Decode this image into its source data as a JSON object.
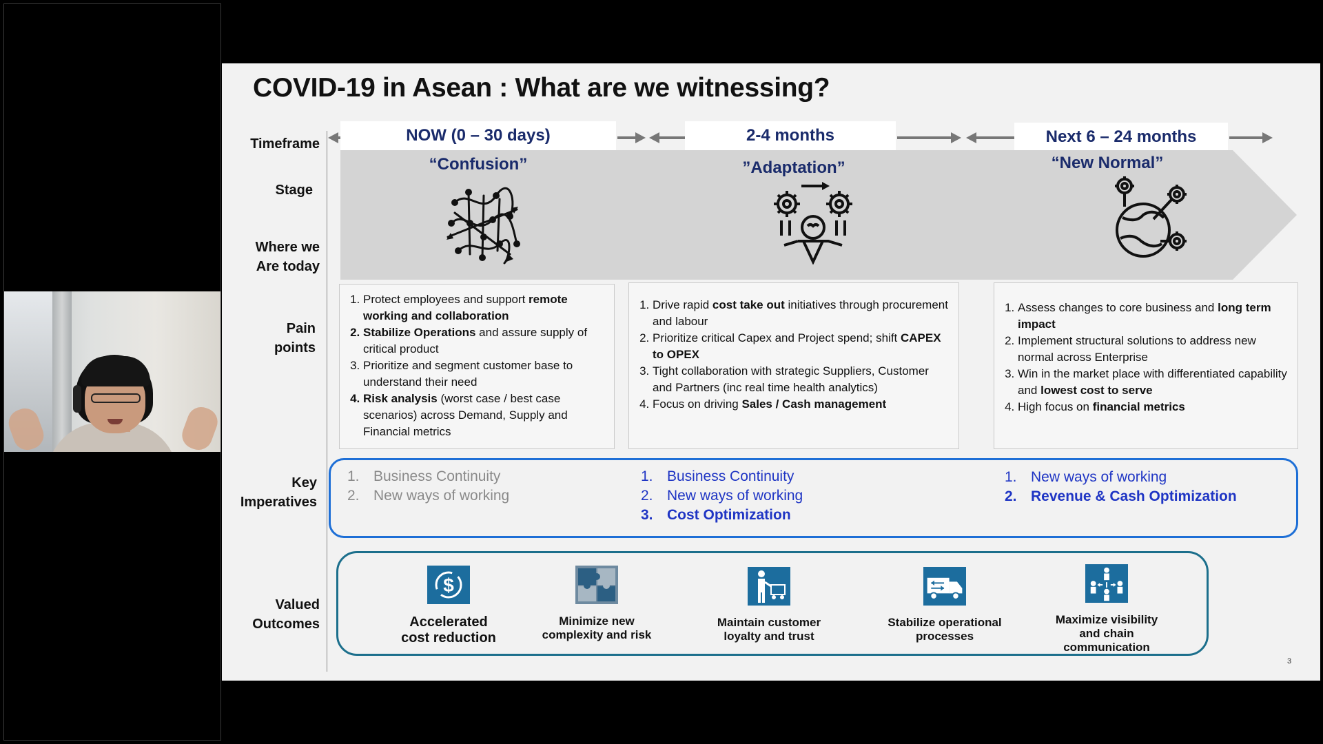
{
  "slide": {
    "title": "COVID-19 in Asean : What are we witnessing?",
    "page_number": "3"
  },
  "row_labels": {
    "timeframe": "Timeframe",
    "stage": "Stage",
    "where_line1": "Where we",
    "where_line2": "Are today",
    "pain_line1": "Pain",
    "pain_line2": "points",
    "key_line1": "Key",
    "key_line2": "Imperatives",
    "valued_line1": "Valued",
    "valued_line2": "Outcomes"
  },
  "timeframes": [
    "NOW (0 – 30 days)",
    "2-4 months",
    "Next 6 – 24 months"
  ],
  "stages": [
    "“Confusion”",
    "”Adaptation”",
    "“New Normal”"
  ],
  "pain_points": {
    "col1": {
      "i1a": "Protect employees and support ",
      "i1b": "remote working and collaboration",
      "i2a": "Stabilize Operations",
      "i2b": " and assure supply of critical product",
      "i3": "Prioritize and segment customer base to understand their need",
      "i4a": "Risk analysis",
      "i4b": " (worst case / best case scenarios) across Demand, Supply and Financial metrics"
    },
    "col2": {
      "i1a": "Drive rapid ",
      "i1b": "cost take out",
      "i1c": " initiatives through procurement and labour",
      "i2a": "Prioritize critical Capex and Project spend; shift ",
      "i2b": "CAPEX to OPEX",
      "i3": "Tight collaboration with strategic Suppliers, Customer and Partners (inc real time health analytics)",
      "i4a": "Focus on driving ",
      "i4b": "Sales / Cash management"
    },
    "col3": {
      "i1a": "Assess changes to core business and ",
      "i1b": "long term impact",
      "i2": "Implement structural solutions to address new normal across Enterprise",
      "i3a": "Win in the market place with differentiated capability and ",
      "i3b": "lowest cost to serve",
      "i4a": "High focus on ",
      "i4b": "financial metrics"
    }
  },
  "imperatives": {
    "col1": [
      {
        "n": "1.",
        "t": "Business Continuity"
      },
      {
        "n": "2.",
        "t": "New ways of working"
      }
    ],
    "col2": [
      {
        "n": "1.",
        "t": "Business Continuity"
      },
      {
        "n": "2.",
        "t": "New ways of working"
      },
      {
        "n": "3.",
        "t": "Cost Optimization"
      }
    ],
    "col3": [
      {
        "n": "1.",
        "t": "New ways of working"
      },
      {
        "n": "2.",
        "t": "Revenue & Cash Optimization"
      }
    ]
  },
  "outcomes": [
    {
      "l1": "Accelerated",
      "l2": "cost reduction",
      "l3": ""
    },
    {
      "l1": "Minimize new",
      "l2": "complexity and risk",
      "l3": ""
    },
    {
      "l1": "Maintain customer",
      "l2": "loyalty and trust",
      "l3": ""
    },
    {
      "l1": "Stabilize operational",
      "l2": "processes",
      "l3": ""
    },
    {
      "l1": "Maximize visibility",
      "l2": "and chain",
      "l3": "communication"
    }
  ],
  "colors": {
    "navy": "#1a2b6b",
    "imperative_blue": "#1f35c4",
    "box_border_blue": "#1e6fd6",
    "outcome_teal": "#1c6f8c",
    "icon_blue": "#1c6d9e"
  },
  "icons": [
    "confusion-arrows-icon",
    "adaptation-person-gears-icon",
    "globe-gears-icon",
    "dollar-cycle-icon",
    "puzzle-icon",
    "customer-cart-icon",
    "truck-icon",
    "network-chain-icon"
  ]
}
